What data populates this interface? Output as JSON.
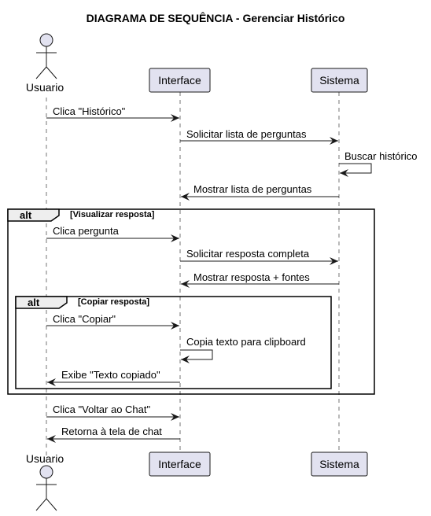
{
  "title": "DIAGRAMA DE SEQUÊNCIA - Gerenciar Histórico",
  "participants": {
    "usuario": "Usuario",
    "interface": "Interface",
    "sistema": "Sistema"
  },
  "messages": [
    "Clica \"Histórico\"",
    "Solicitar lista de perguntas",
    "Buscar histórico",
    "Mostrar lista de perguntas",
    "Clica pergunta",
    "Solicitar resposta completa",
    "Mostrar resposta + fontes",
    "Clica \"Copiar\"",
    "Copia texto para clipboard",
    "Exibe \"Texto copiado\"",
    "Clica \"Voltar ao Chat\"",
    "Retorna à tela de chat"
  ],
  "fragments": [
    {
      "keyword": "alt",
      "guard": "[Visualizar resposta]"
    },
    {
      "keyword": "alt",
      "guard": "[Copiar resposta]"
    }
  ],
  "colors": {
    "participant_fill": "#E2E2F0",
    "line": "#181818",
    "fragment_tab": "#EEEEEE"
  }
}
